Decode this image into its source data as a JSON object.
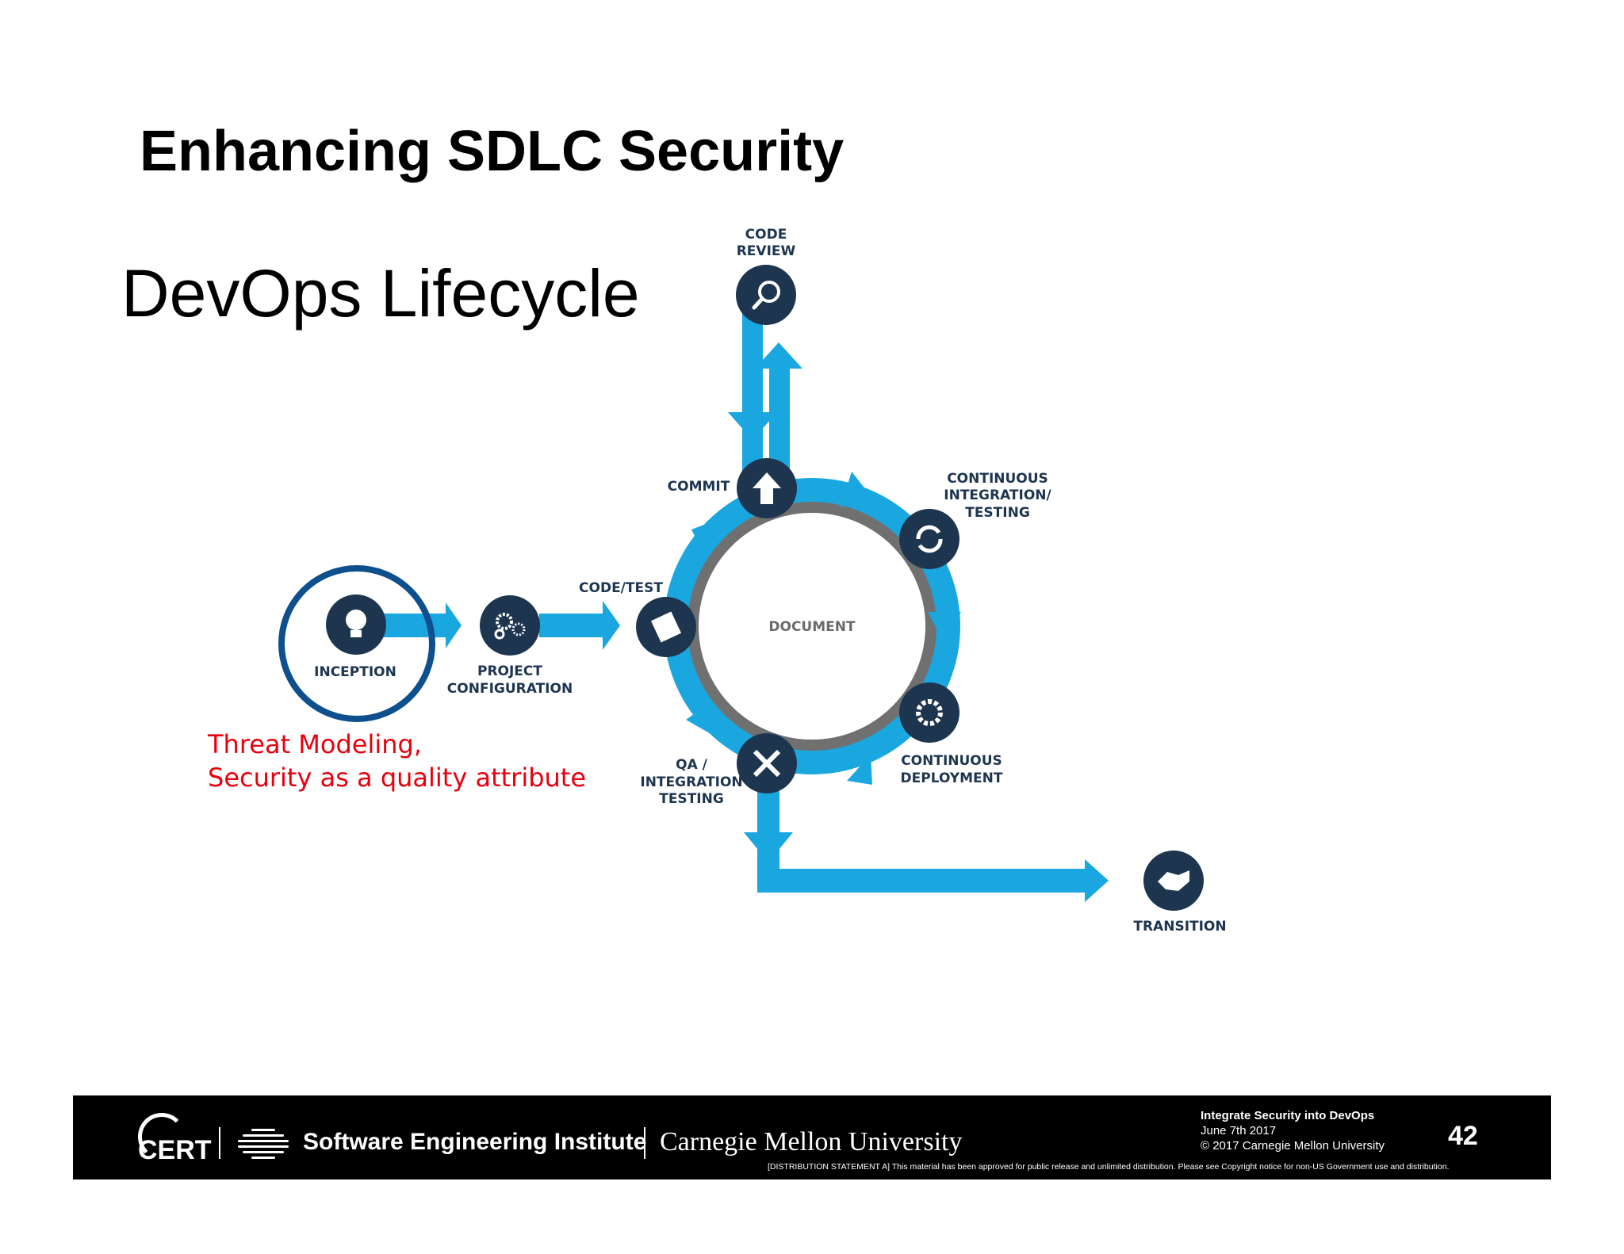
{
  "slide": {
    "title": "Enhancing SDLC Security",
    "subtitle": "DevOps Lifecycle"
  },
  "diagram": {
    "center_label": "DOCUMENT",
    "stages": {
      "inception": "INCEPTION",
      "project_configuration": [
        "PROJECT",
        "CONFIGURATION"
      ],
      "code_test": "CODE/TEST",
      "commit": "COMMIT",
      "code_review": [
        "CODE",
        "REVIEW"
      ],
      "continuous_integration": [
        "CONTINUOUS",
        "INTEGRATION/",
        "TESTING"
      ],
      "continuous_deployment": [
        "CONTINUOUS",
        "DEPLOYMENT"
      ],
      "qa_integration": [
        "QA /",
        "INTEGRATION",
        "TESTING"
      ],
      "transition": "TRANSITION"
    },
    "highlighted_stage": "INCEPTION",
    "colors": {
      "arrow": "#1aa7e0",
      "node": "#1e3550",
      "ring": "#707070",
      "highlight": "#0e4f8e"
    }
  },
  "annotation": {
    "line1": "Threat Modeling,",
    "line2": "Security as a quality attribute",
    "color": "#e8000e"
  },
  "footer": {
    "cert_logo": "CERT",
    "sei": "Software Engineering Institute",
    "cmu": "Carnegie Mellon University",
    "deck_title": "Integrate Security into DevOps",
    "date": "June 7th 2017",
    "copyright": "© 2017 Carnegie Mellon University",
    "page_number": "42",
    "distribution": "[DISTRIBUTION STATEMENT A] This material has been approved for public release and unlimited distribution.  Please see Copyright notice for non-US Government use and distribution."
  }
}
